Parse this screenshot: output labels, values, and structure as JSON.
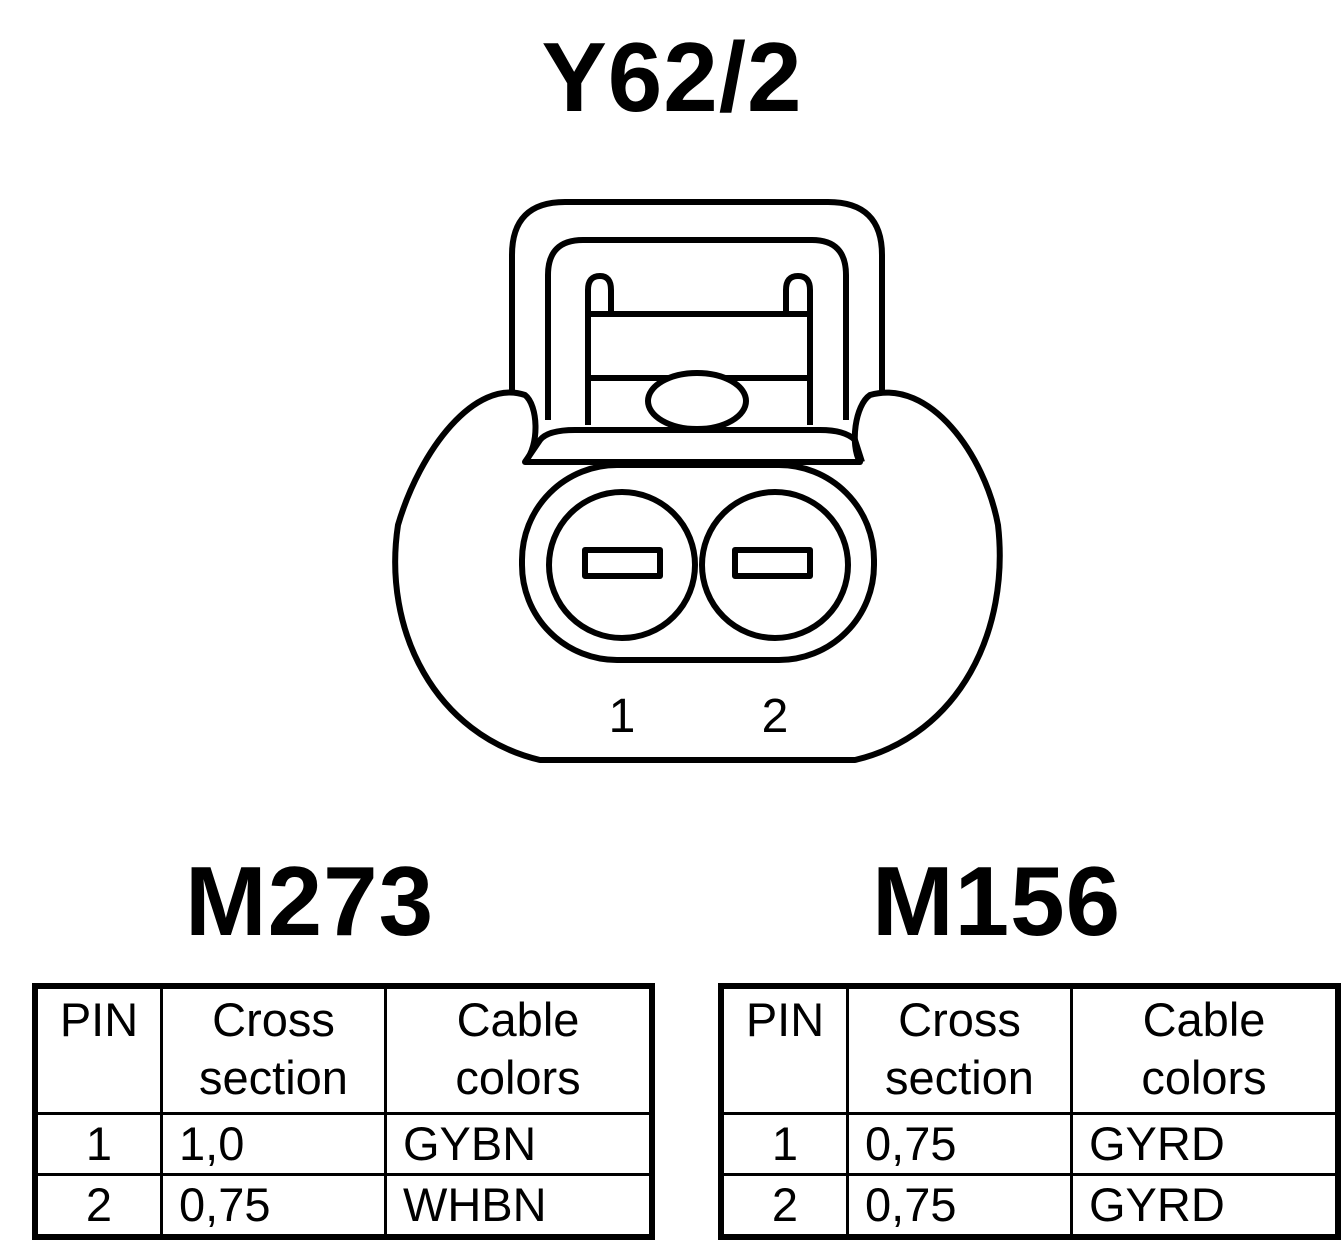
{
  "connector": {
    "title": "Y62/2",
    "pins": [
      {
        "label": "1"
      },
      {
        "label": "2"
      }
    ]
  },
  "tables": [
    {
      "title": "M273",
      "headers": {
        "pin": "PIN",
        "cross_line1": "Cross",
        "cross_line2": "section",
        "color_line1": "Cable",
        "color_line2": "colors"
      },
      "rows": [
        {
          "pin": "1",
          "cross_section": "1,0",
          "cable_color": "GYBN"
        },
        {
          "pin": "2",
          "cross_section": "0,75",
          "cable_color": "WHBN"
        }
      ]
    },
    {
      "title": "M156",
      "headers": {
        "pin": "PIN",
        "cross_line1": "Cross",
        "cross_line2": "section",
        "color_line1": "Cable",
        "color_line2": "colors"
      },
      "rows": [
        {
          "pin": "1",
          "cross_section": "0,75",
          "cable_color": "GYRD"
        },
        {
          "pin": "2",
          "cross_section": "0,75",
          "cable_color": "GYRD"
        }
      ]
    }
  ]
}
